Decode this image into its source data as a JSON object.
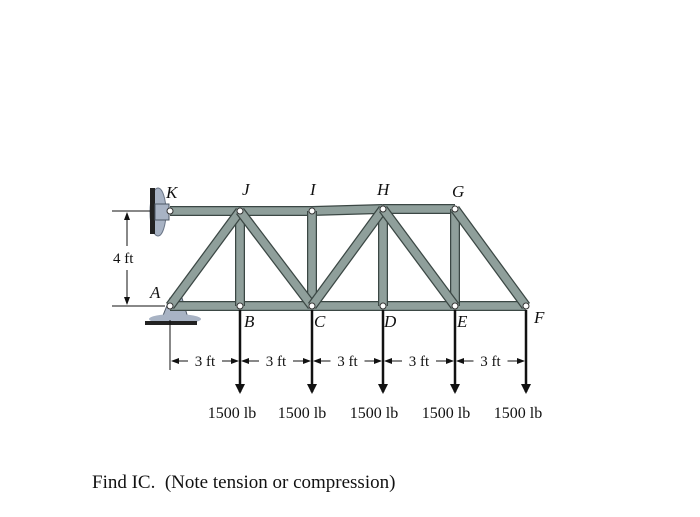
{
  "labels": {
    "K": "K",
    "J": "J",
    "I": "I",
    "H": "H",
    "G": "G",
    "A": "A",
    "B": "B",
    "C": "C",
    "D": "D",
    "E": "E",
    "F": "F"
  },
  "dimensions": {
    "height": "4 ft",
    "spans": [
      "3 ft",
      "3 ft",
      "3 ft",
      "3 ft",
      "3 ft"
    ]
  },
  "loads": [
    "1500 lb",
    "1500 lb",
    "1500 lb",
    "1500 lb",
    "1500 lb"
  ],
  "question": "Find IC.  (Note tension or compression)",
  "colors": {
    "member": "#8f9f9b",
    "member_edge": "#3b4744",
    "support": "#a8b3c4",
    "ink": "#111111"
  }
}
